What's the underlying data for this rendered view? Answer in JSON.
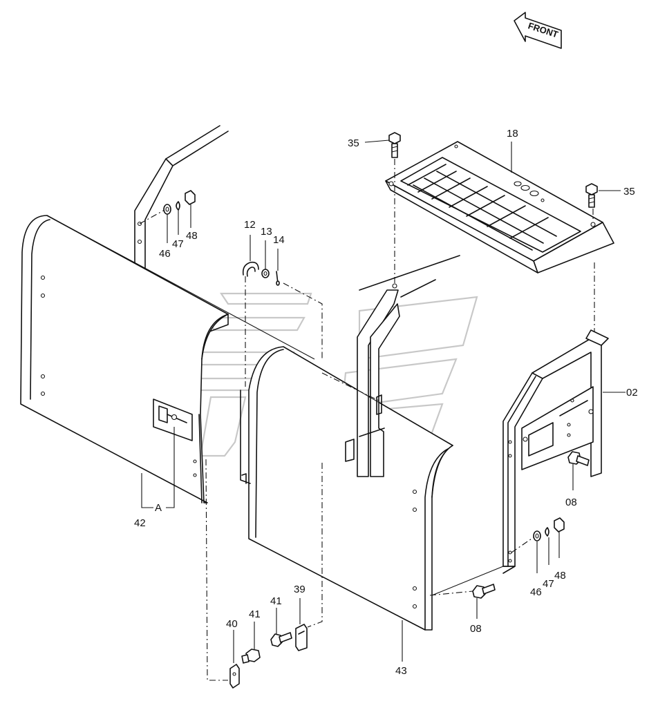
{
  "front_arrow": {
    "label": "FRONT"
  },
  "callouts": {
    "c02": "02",
    "c08_upper": "08",
    "c08_lower": "08",
    "c12": "12",
    "c13": "13",
    "c14": "14",
    "c18": "18",
    "c35_left": "35",
    "c35_right": "35",
    "c39": "39",
    "c40": "40",
    "c41_left": "41",
    "c41_right": "41",
    "c42": "42",
    "c43": "43",
    "c46_left": "46",
    "c47_left": "47",
    "c48_left": "48",
    "c46_right": "46",
    "c47_right": "47",
    "c48_right": "48",
    "ref_a": "A"
  }
}
